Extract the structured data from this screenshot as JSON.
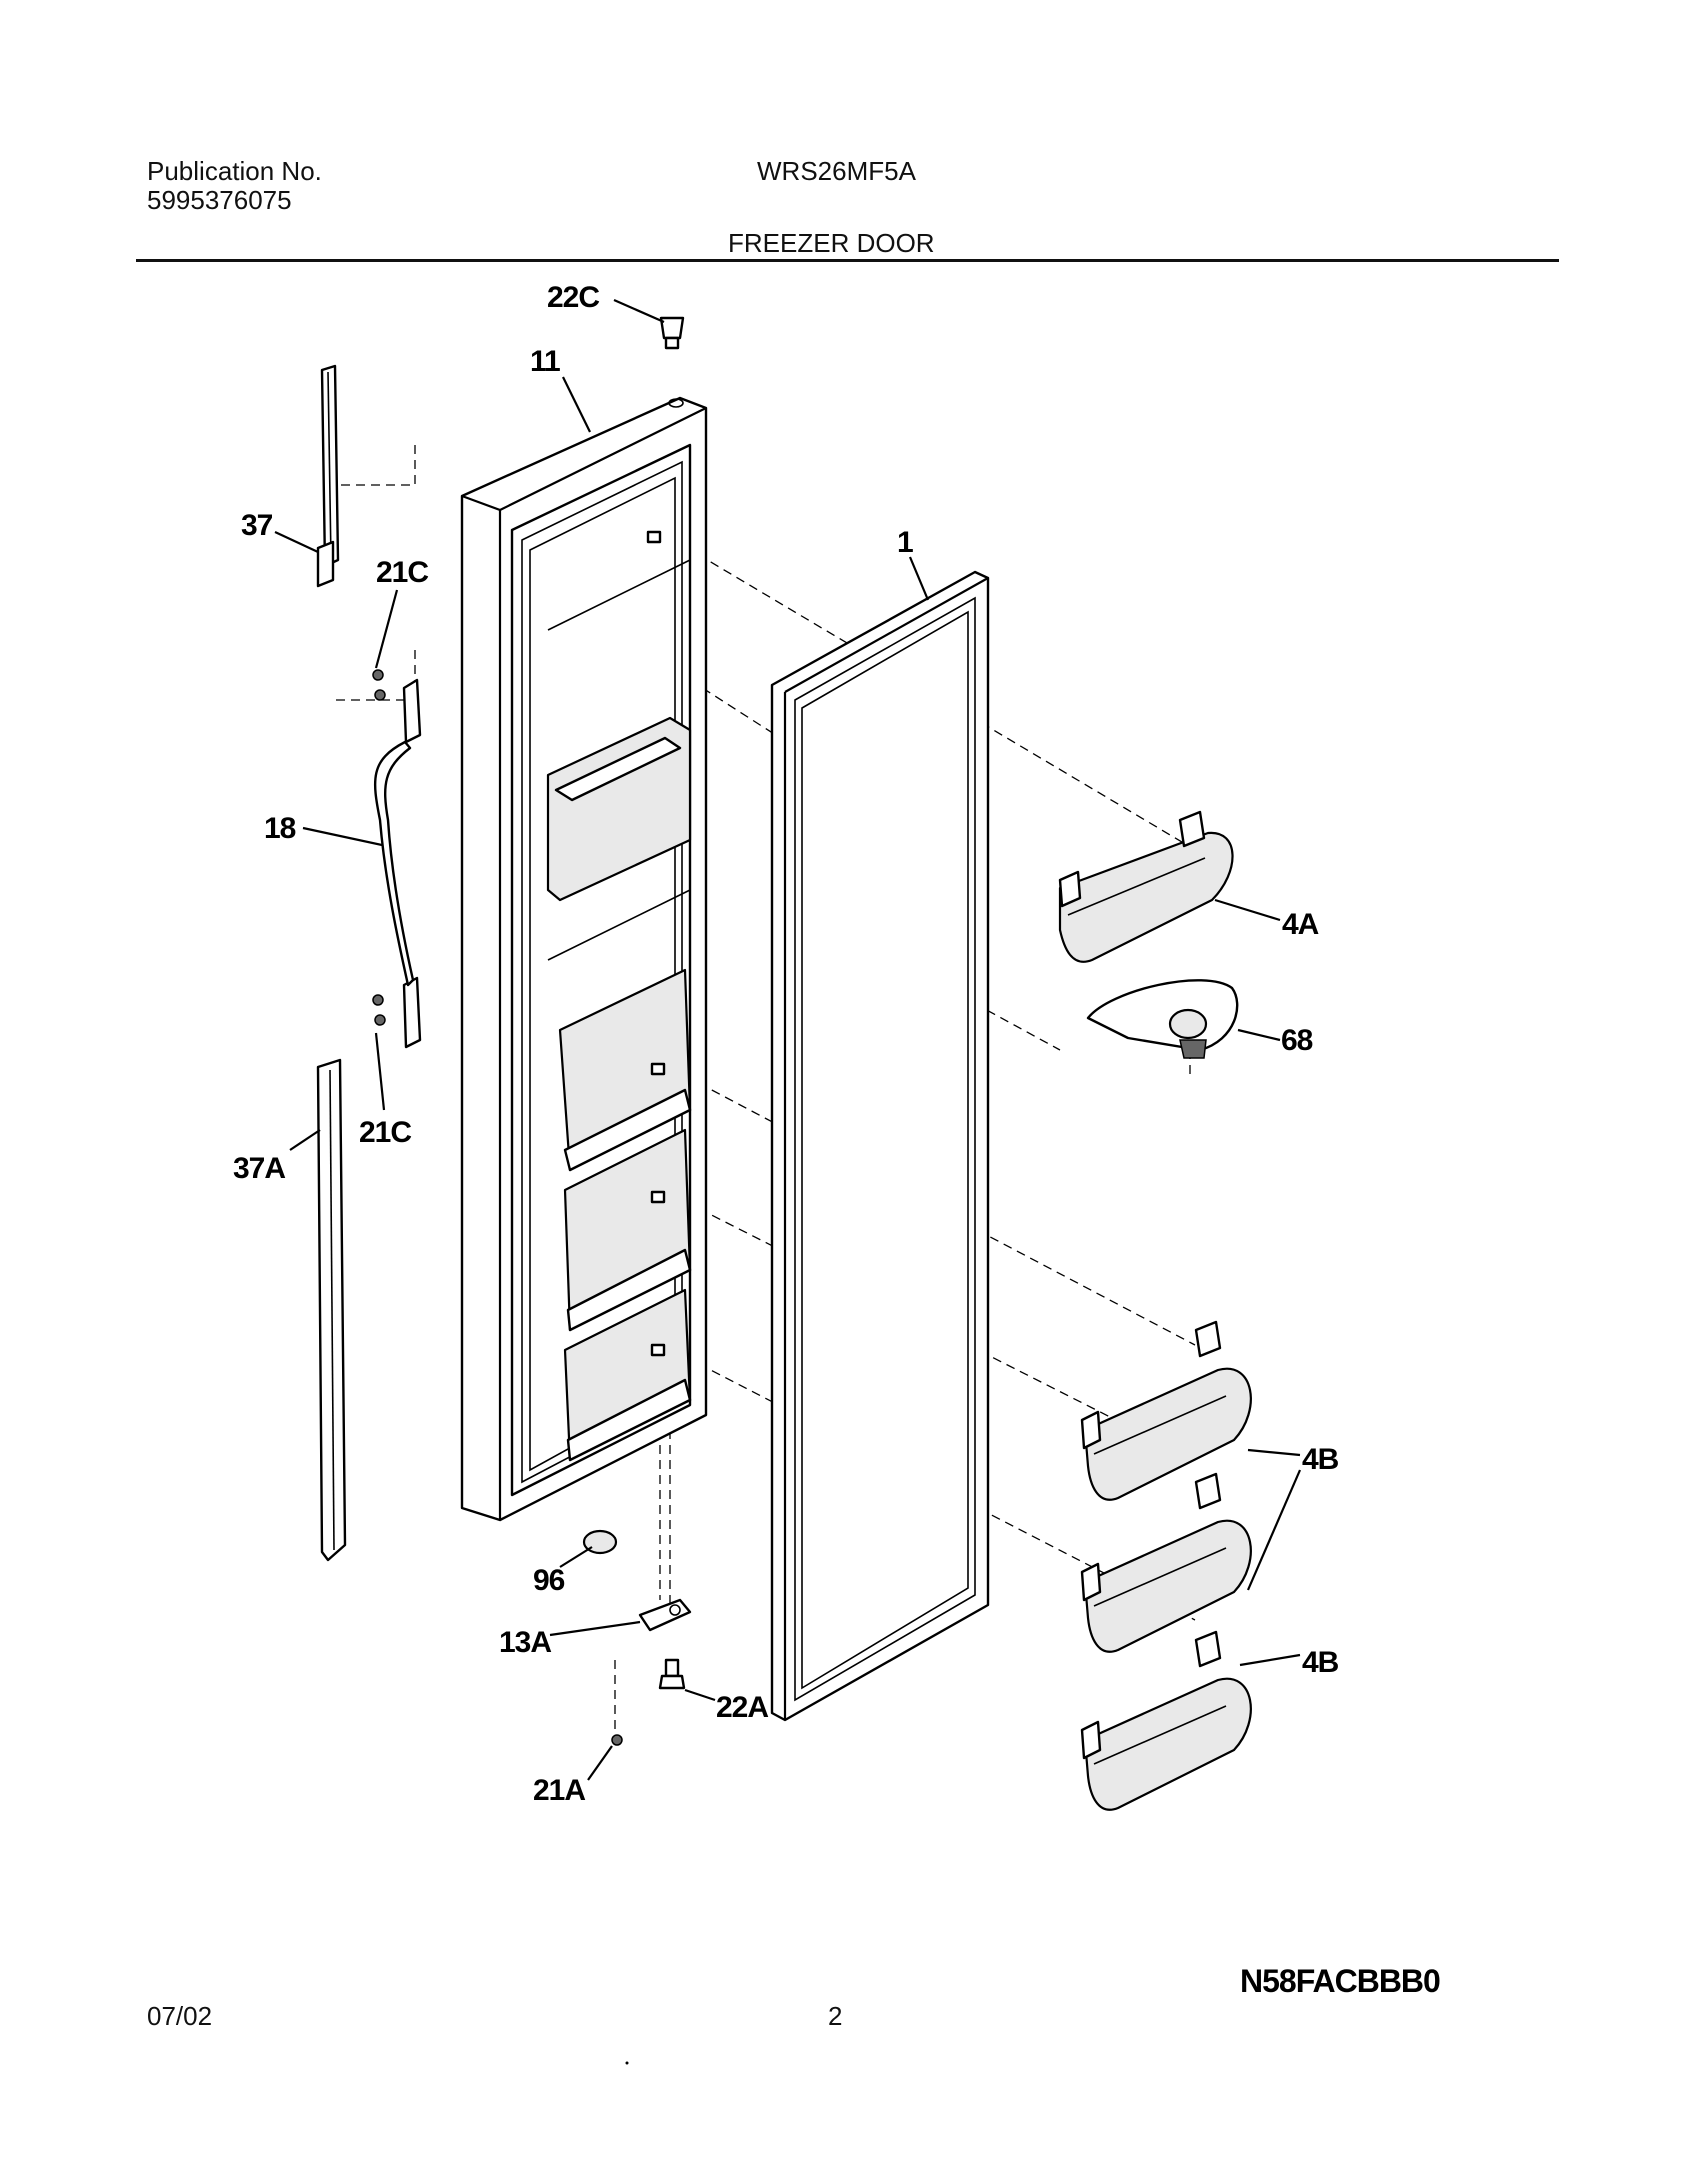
{
  "header": {
    "publication_label": "Publication No.",
    "publication_number": "5995376075",
    "model": "WRS26MF5A",
    "section_title": "FREEZER DOOR"
  },
  "callouts": {
    "c22C": "22C",
    "c11": "11",
    "c37": "37",
    "c21C_top": "21C",
    "c1": "1",
    "c18": "18",
    "c4A": "4A",
    "c68": "68",
    "c21C_bottom": "21C",
    "c37A": "37A",
    "c4B_top": "4B",
    "c96": "96",
    "c13A": "13A",
    "c4B_bottom": "4B",
    "c22A": "22A",
    "c21A": "21A"
  },
  "footer": {
    "diagram_code": "N58FACBBB0",
    "date": "07/02",
    "page_number": "2"
  },
  "colors": {
    "ink": "#000000",
    "paper": "#ffffff",
    "shade": "#e9e9e9"
  }
}
